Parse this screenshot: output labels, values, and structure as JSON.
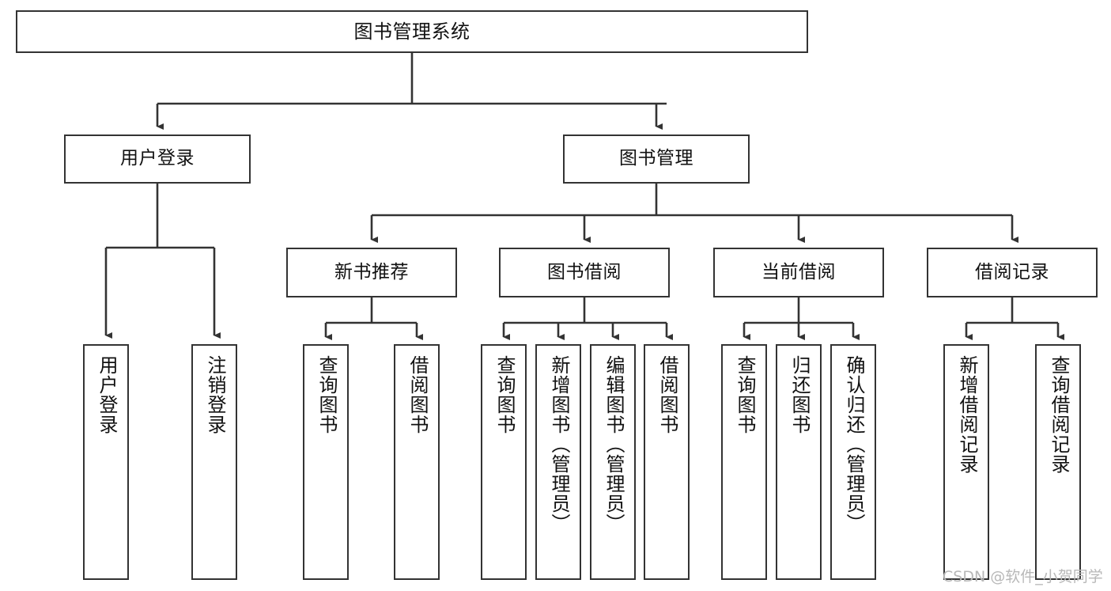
{
  "diagram": {
    "title": "图书管理系统",
    "type": "tree-hierarchy-diagram",
    "orientation": "top-down",
    "colors": {
      "box_border": "#333333",
      "box_fill": "#ffffff",
      "connector": "#333333",
      "background": "#ffffff",
      "watermark": "#b8b8b8"
    },
    "root": {
      "label": "图书管理系统"
    },
    "level2": [
      {
        "label": "用户登录"
      },
      {
        "label": "图书管理"
      }
    ],
    "level3": [
      {
        "label": "新书推荐"
      },
      {
        "label": "图书借阅"
      },
      {
        "label": "当前借阅"
      },
      {
        "label": "借阅记录"
      }
    ],
    "leaves": {
      "user_login": [
        {
          "label": "用户登录"
        },
        {
          "label": "注销登录"
        }
      ],
      "new_book_recommend": [
        {
          "label": "查询图书"
        },
        {
          "label": "借阅图书"
        }
      ],
      "book_borrow": [
        {
          "label": "查询图书"
        },
        {
          "label": "新增图书（管理员）"
        },
        {
          "label": "编辑图书（管理员）"
        },
        {
          "label": "借阅图书"
        }
      ],
      "current_borrow": [
        {
          "label": "查询图书"
        },
        {
          "label": "归还图书"
        },
        {
          "label": "确认归还（管理员）"
        }
      ],
      "borrow_record": [
        {
          "label": "新增借阅记录"
        },
        {
          "label": "查询借阅记录"
        }
      ]
    }
  },
  "watermark": {
    "text": "CSDN @软件_小贺同学"
  }
}
